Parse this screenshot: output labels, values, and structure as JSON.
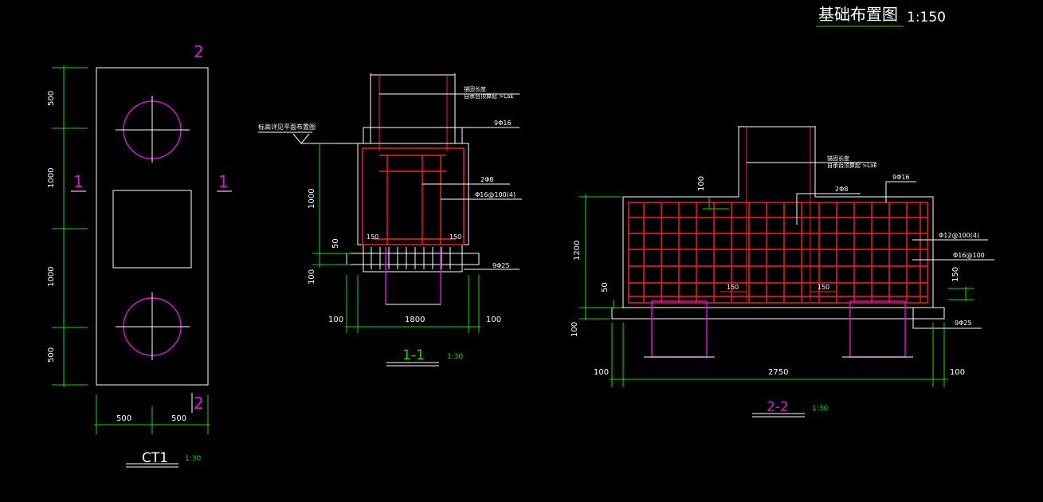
{
  "header": {
    "title": "基础布置图",
    "scale": "1:150"
  },
  "plan": {
    "label": "CT1",
    "scale": "1:30",
    "section_mark_top": "2",
    "section_mark_bottom": "2",
    "section_mark_left": "1",
    "section_mark_right": "1",
    "dims_left": [
      "500",
      "1000",
      "1000",
      "500"
    ],
    "dims_bottom": [
      "500",
      "500"
    ]
  },
  "section_1": {
    "label": "1-1",
    "scale": "1:30",
    "elevation_note": "标高详见平面布置图",
    "note_anchor": "锚固长度",
    "note_anchor_2": "自承台顶算起 >LaE",
    "rebar_top": "9Φ16",
    "rebar_stirrup": "2Φ8",
    "rebar_side": "Φ16@100(4)",
    "rebar_bottom": "9Φ25",
    "dim_height": "1000",
    "dim_50": "50",
    "dim_100": "100",
    "dim_left_150": "150",
    "dim_right_150": "150",
    "dim_width": "1800",
    "dim_edge_left": "100",
    "dim_edge_right": "100"
  },
  "section_2": {
    "label": "2-2",
    "scale": "1:30",
    "note_anchor": "锚固长度",
    "note_anchor_2": "自承台顶算起 >LaE",
    "rebar_top": "9Φ16",
    "rebar_stirrup": "2Φ8",
    "rebar_side_1": "Φ12@100(4)",
    "rebar_side_2": "Φ16@100",
    "rebar_bottom": "9Φ25",
    "dim_100_top": "100",
    "dim_height": "1200",
    "dim_50": "50",
    "dim_100": "100",
    "dim_150_a": "150",
    "dim_150_b": "150",
    "dim_150_c": "150",
    "dim_width": "2750",
    "dim_edge_left": "100",
    "dim_edge_right": "100"
  },
  "colors": {
    "background": "#000000",
    "outline": "#ffffff",
    "dimension": "#00e000",
    "rebar": "#ff2020",
    "pile": "#e010e0"
  }
}
